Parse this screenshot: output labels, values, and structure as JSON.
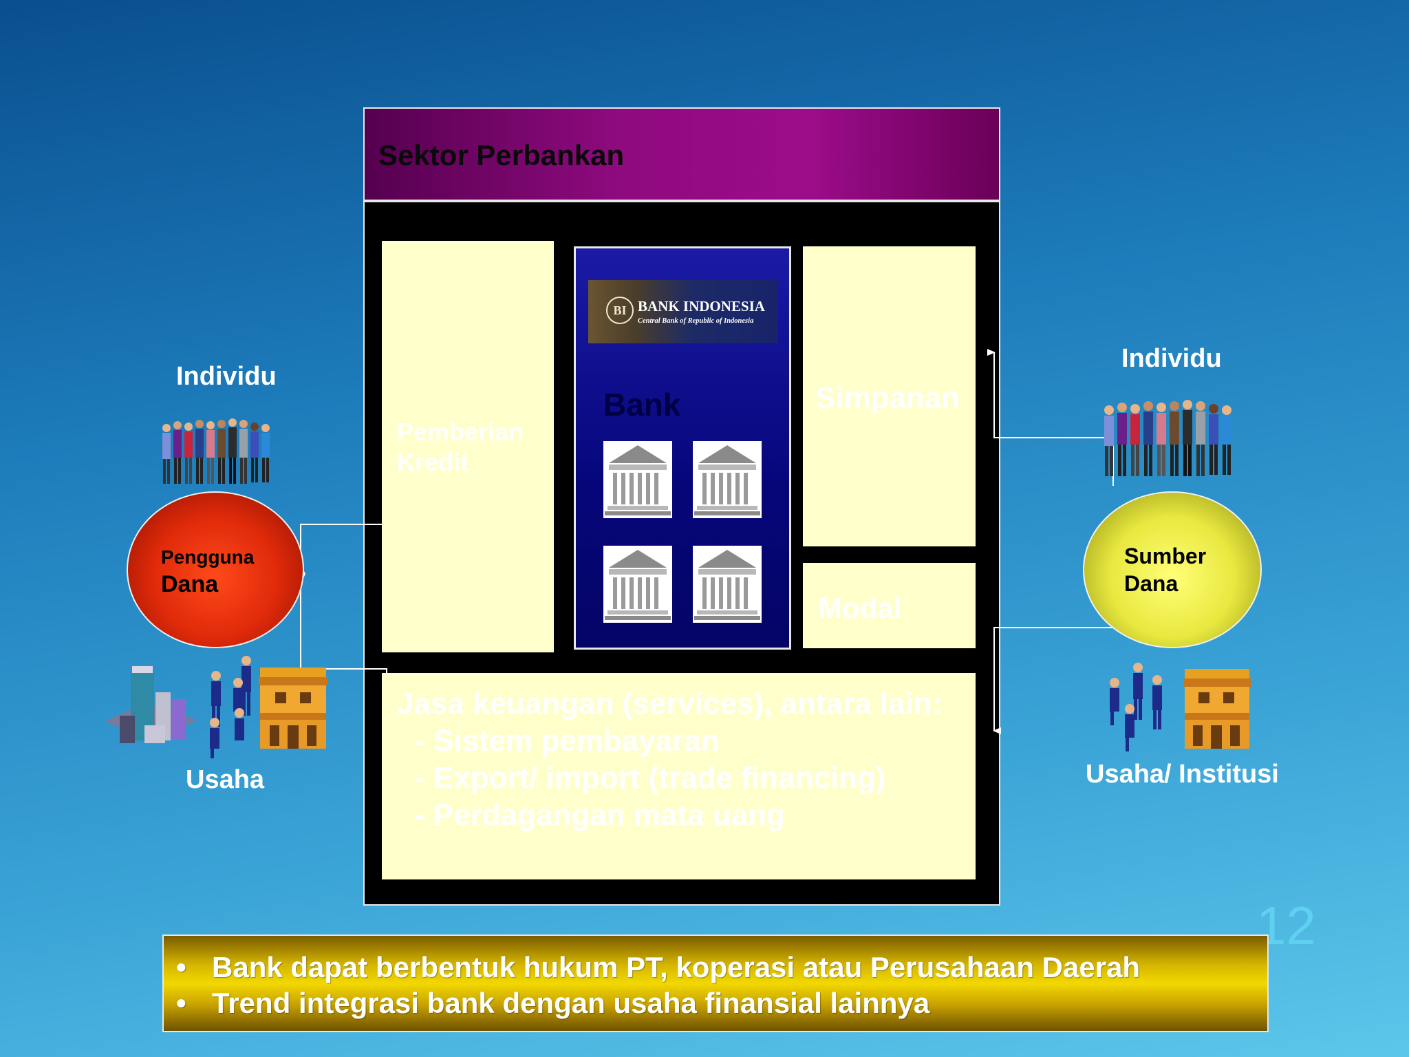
{
  "header": {
    "title": "Sektor Perbankan"
  },
  "panels": {
    "pemberian_kredit": {
      "line1": "Pemberian",
      "line2": "Kredit"
    },
    "simpanan": "Simpanan",
    "modal": "Modal",
    "jasa": {
      "title": "Jasa keuangan (services), antara lain:",
      "items": [
        "- Sistem pembayaran",
        "- Export/ import (trade financing)",
        "- Perdagangan mata uang"
      ]
    }
  },
  "bank_box": {
    "logo_title": "BANK INDONESIA",
    "logo_subtitle": "Central Bank of Republic of Indonesia",
    "logo_mark": "BI",
    "label": "Bank"
  },
  "left": {
    "top_label": "Individu",
    "oval_line1": "Pengguna",
    "oval_line2": "Dana",
    "bottom_label": "Usaha"
  },
  "right": {
    "top_label": "Individu",
    "oval_line1": "Sumber",
    "oval_line2": "Dana",
    "bottom_label": "Usaha/ Institusi"
  },
  "notes": {
    "bullet": "•",
    "items": [
      "Bank dapat berbentuk hukum PT, koperasi atau Perusahaan Daerah",
      "Trend integrasi bank dengan usaha finansial lainnya"
    ]
  },
  "slide_number": "12",
  "colors": {
    "header_bar": "#9c0c8a",
    "panel": "#ffffcc",
    "bank_box": "#06067a",
    "oval_left": "#e02a0a",
    "oval_right": "#e8e840",
    "note_box": "#f2d800"
  }
}
